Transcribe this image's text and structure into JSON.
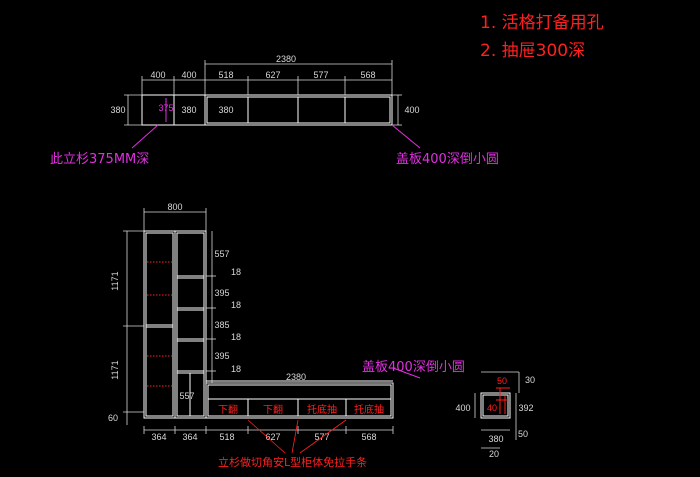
{
  "notes": {
    "line1": "1. 活格打备用孔",
    "line2": "2. 抽屉300深",
    "left_post": "此立杉375MM深",
    "top_cover": "盖板400深倒小圆",
    "mid_cover": "盖板400深倒小圆",
    "bottom_note": "立杉做切角安L型柜体免拉手条"
  },
  "top_view": {
    "overall": "2380",
    "left_widths": [
      "400",
      "400"
    ],
    "right_widths": [
      "518",
      "627",
      "577",
      "568"
    ],
    "left_depth": "380",
    "post_depth": "375",
    "inner_depth": "380",
    "right_depth": "400"
  },
  "front_view": {
    "width_top": "800",
    "heights_left": [
      "1171",
      "1171",
      "60"
    ],
    "shelf_dims": [
      "557",
      "18",
      "395",
      "18",
      "385",
      "18",
      "395",
      "18"
    ],
    "lower_557": "557",
    "base_overall": "2380",
    "bottom_widths": [
      "364",
      "364",
      "518",
      "627",
      "577",
      "568"
    ],
    "drawer_labels": [
      "下翻",
      "下翻",
      "托底抽",
      "托底抽"
    ]
  },
  "detail": {
    "top_50": "50",
    "top_30": "30",
    "left_400": "400",
    "inner_40": "40",
    "right_392": "392",
    "right_50": "50",
    "bottom_380": "380",
    "bottom_20": "20"
  },
  "colors": {
    "background": "#000000",
    "lines": "#ffffff",
    "dims": "#d8d8d8",
    "notes_red": "#ff2020",
    "notes_magenta": "#e030e0"
  }
}
